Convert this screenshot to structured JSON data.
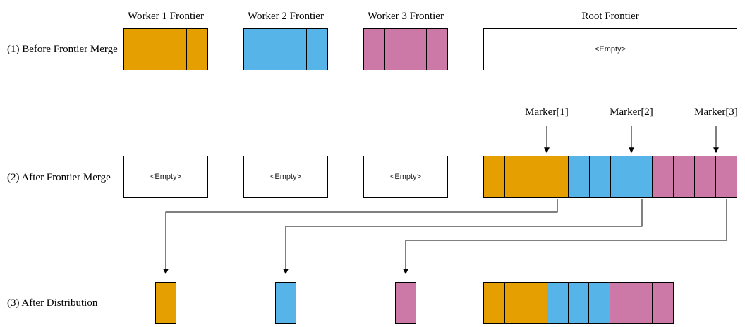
{
  "palette": {
    "worker1": "#E69F00",
    "worker2": "#56B4E9",
    "worker3": "#CC79A7",
    "line": "#000000",
    "background": "#FFFFFF"
  },
  "headers": {
    "worker1": "Worker 1 Frontier",
    "worker2": "Worker 2 Frontier",
    "worker3": "Worker 3 Frontier",
    "root": "Root Frontier"
  },
  "row_labels": {
    "before": "(1) Before Frontier Merge",
    "merge": "(2) After Frontier Merge",
    "distribution": "(3) After Distribution"
  },
  "empty_text": "<Empty>",
  "marker_labels": {
    "marker1": "Marker[1]",
    "marker2": "Marker[2]",
    "marker3": "Marker[3]"
  },
  "frontiers": {
    "before": {
      "worker1": [
        {
          "color": "worker1",
          "count": 4
        }
      ],
      "worker2": [
        {
          "color": "worker2",
          "count": 4
        }
      ],
      "worker3": [
        {
          "color": "worker3",
          "count": 4
        }
      ]
    },
    "merge": {
      "root": [
        {
          "color": "worker1",
          "count": 4
        },
        {
          "color": "worker2",
          "count": 4
        },
        {
          "color": "worker3",
          "count": 4
        }
      ]
    },
    "distribution": {
      "worker1": [
        {
          "color": "worker1",
          "count": 1
        }
      ],
      "worker2": [
        {
          "color": "worker2",
          "count": 1
        }
      ],
      "worker3": [
        {
          "color": "worker3",
          "count": 1
        }
      ],
      "root": [
        {
          "color": "worker1",
          "count": 3
        },
        {
          "color": "worker2",
          "count": 3
        },
        {
          "color": "worker3",
          "count": 3
        }
      ]
    }
  }
}
